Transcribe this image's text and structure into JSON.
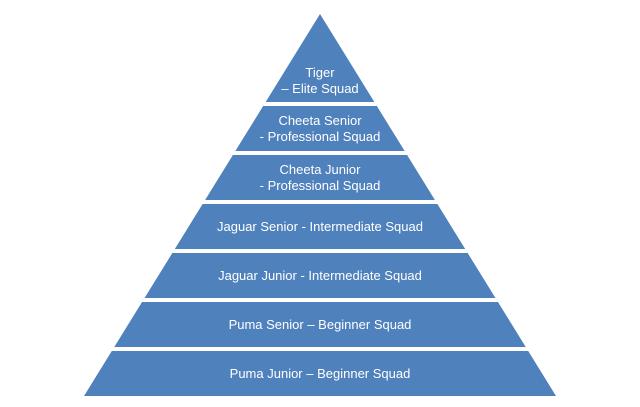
{
  "diagram": {
    "type": "pyramid",
    "fill_color": "#4f81bd",
    "background_color": "#ffffff",
    "text_color": "#ffffff",
    "levels": [
      {
        "id": 1,
        "lines": [
          "Tiger",
          "– Elite Squad"
        ]
      },
      {
        "id": 2,
        "lines": [
          "Cheeta Senior",
          "- Professional Squad"
        ]
      },
      {
        "id": 3,
        "lines": [
          "Cheeta Junior",
          "- Professional Squad"
        ]
      },
      {
        "id": 4,
        "lines": [
          "Jaguar Senior - Intermediate Squad"
        ]
      },
      {
        "id": 5,
        "lines": [
          "Jaguar Junior - Intermediate Squad"
        ]
      },
      {
        "id": 6,
        "lines": [
          "Puma Senior – Beginner Squad"
        ]
      },
      {
        "id": 7,
        "lines": [
          "Puma Junior – Beginner Squad"
        ]
      }
    ]
  }
}
